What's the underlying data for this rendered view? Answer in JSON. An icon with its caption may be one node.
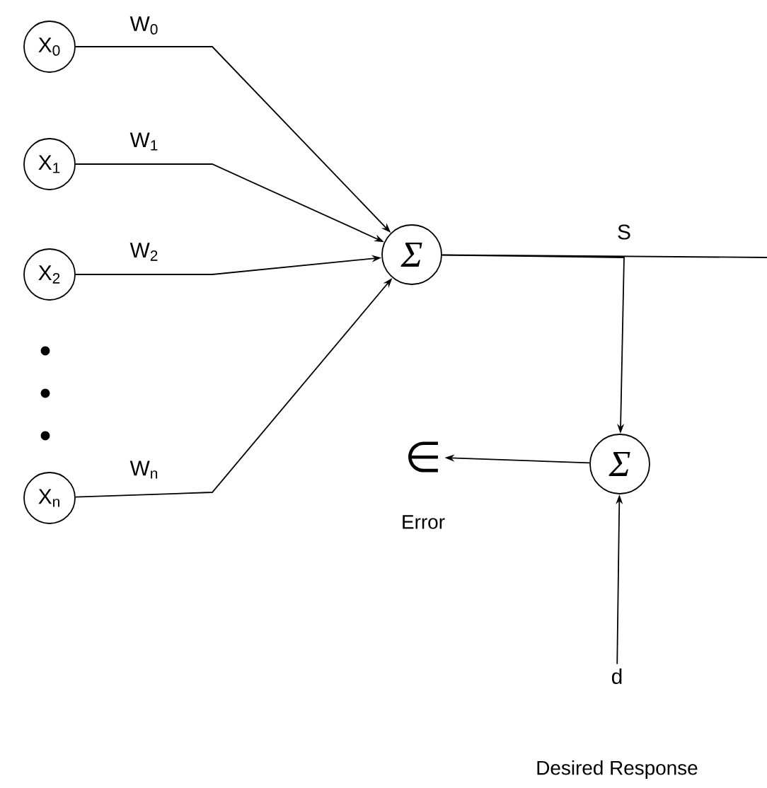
{
  "diagram": {
    "nodes": [
      {
        "text": [
          "X$_{0}$"
        ]
      },
      {
        "text": [
          "X$_{1}$"
        ]
      },
      {
        "text": [
          "X$_{2}$"
        ]
      },
      {
        "text": [
          "X$_{n}$"
        ]
      },
      {
        "text": [
          "Σ"
        ]
      },
      {
        "text": [
          "Σ"
        ]
      },
      {
        "text": [
          "∈"
        ],
        "beside": [
          "Error"
        ]
      },
      {
        "text": [
          "d"
        ],
        "beside": [
          "Desired Response"
        ]
      }
    ],
    "edges": [
      {
        "from": 0,
        "to": 4,
        "arrow": "to",
        "label": "W$_{0}$"
      },
      {
        "from": 1,
        "to": 4,
        "arrow": "to",
        "label": "W$_{1}$"
      },
      {
        "from": 2,
        "to": 4,
        "arrow": "to",
        "label": "W$_{2}$"
      },
      {
        "from": 3,
        "to": 4,
        "arrow": "to",
        "label": "W$_{n}$"
      },
      {
        "from": 4,
        "to": null,
        "arrow": "none",
        "label": "S"
      },
      {
        "from": 4,
        "to": 5,
        "arrow": "to"
      },
      {
        "from": 5,
        "to": 6,
        "arrow": "to"
      },
      {
        "from": 7,
        "to": 5,
        "arrow": "to"
      }
    ]
  }
}
